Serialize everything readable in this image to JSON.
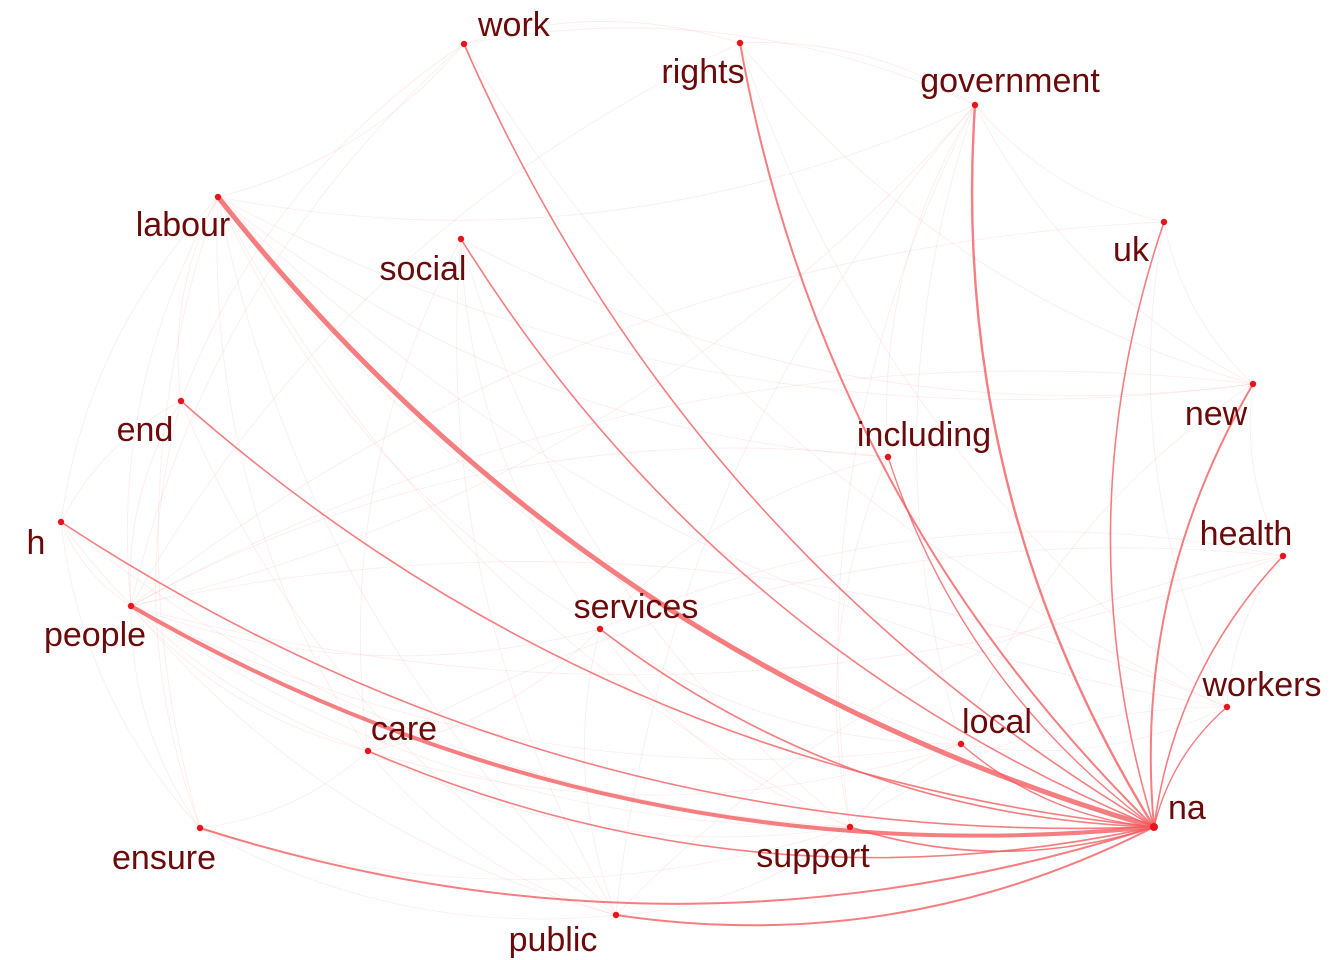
{
  "colors": {
    "edge": "#f4585c",
    "node": "#e8141c",
    "label": "#6b0a0a"
  },
  "nodes": [
    {
      "id": "work",
      "label": "work"
    },
    {
      "id": "rights",
      "label": "rights"
    },
    {
      "id": "government",
      "label": "government"
    },
    {
      "id": "labour",
      "label": "labour"
    },
    {
      "id": "social",
      "label": "social"
    },
    {
      "id": "uk",
      "label": "uk"
    },
    {
      "id": "new",
      "label": "new"
    },
    {
      "id": "end",
      "label": "end"
    },
    {
      "id": "including",
      "label": "including"
    },
    {
      "id": "h",
      "label": "h"
    },
    {
      "id": "health",
      "label": "health"
    },
    {
      "id": "people",
      "label": "people"
    },
    {
      "id": "services",
      "label": "services"
    },
    {
      "id": "workers",
      "label": "workers"
    },
    {
      "id": "local",
      "label": "local"
    },
    {
      "id": "care",
      "label": "care"
    },
    {
      "id": "na",
      "label": "na"
    },
    {
      "id": "ensure",
      "label": "ensure"
    },
    {
      "id": "support",
      "label": "support"
    },
    {
      "id": "public",
      "label": "public"
    }
  ],
  "edges": [
    {
      "source": "labour",
      "target": "na",
      "weight": 5
    },
    {
      "source": "people",
      "target": "na",
      "weight": 4
    },
    {
      "source": "government",
      "target": "na",
      "weight": 2.4
    },
    {
      "source": "rights",
      "target": "na",
      "weight": 2
    },
    {
      "source": "new",
      "target": "na",
      "weight": 2
    },
    {
      "source": "public",
      "target": "na",
      "weight": 2
    },
    {
      "source": "ensure",
      "target": "na",
      "weight": 2
    },
    {
      "source": "work",
      "target": "na",
      "weight": 1.6
    },
    {
      "source": "uk",
      "target": "na",
      "weight": 1.6
    },
    {
      "source": "social",
      "target": "na",
      "weight": 1.6
    },
    {
      "source": "end",
      "target": "na",
      "weight": 1.6
    },
    {
      "source": "h",
      "target": "na",
      "weight": 1.6
    },
    {
      "source": "health",
      "target": "na",
      "weight": 1.6
    },
    {
      "source": "services",
      "target": "na",
      "weight": 1.6
    },
    {
      "source": "including",
      "target": "na",
      "weight": 1.4
    },
    {
      "source": "workers",
      "target": "na",
      "weight": 1.4
    },
    {
      "source": "local",
      "target": "na",
      "weight": 1.4
    },
    {
      "source": "care",
      "target": "na",
      "weight": 1.6
    },
    {
      "source": "support",
      "target": "na",
      "weight": 1.6
    },
    {
      "source": "labour",
      "target": "people",
      "weight": 0.5
    },
    {
      "source": "labour",
      "target": "ensure",
      "weight": 0.5
    },
    {
      "source": "labour",
      "target": "services",
      "weight": 0.5
    },
    {
      "source": "labour",
      "target": "support",
      "weight": 0.5
    },
    {
      "source": "labour",
      "target": "public",
      "weight": 0.5
    },
    {
      "source": "labour",
      "target": "care",
      "weight": 0.5
    },
    {
      "source": "labour",
      "target": "local",
      "weight": 0.5
    },
    {
      "source": "labour",
      "target": "new",
      "weight": 0.5
    },
    {
      "source": "labour",
      "target": "government",
      "weight": 0.5
    },
    {
      "source": "labour",
      "target": "work",
      "weight": 0.5
    },
    {
      "source": "labour",
      "target": "end",
      "weight": 0.5
    },
    {
      "source": "labour",
      "target": "h",
      "weight": 0.5
    },
    {
      "source": "labour",
      "target": "workers",
      "weight": 0.5
    },
    {
      "source": "labour",
      "target": "including",
      "weight": 0.5
    },
    {
      "source": "people",
      "target": "services",
      "weight": 0.5
    },
    {
      "source": "people",
      "target": "local",
      "weight": 0.5
    },
    {
      "source": "people",
      "target": "support",
      "weight": 0.5
    },
    {
      "source": "people",
      "target": "public",
      "weight": 0.5
    },
    {
      "source": "people",
      "target": "care",
      "weight": 0.5
    },
    {
      "source": "people",
      "target": "health",
      "weight": 0.5
    },
    {
      "source": "people",
      "target": "ensure",
      "weight": 0.5
    },
    {
      "source": "people",
      "target": "government",
      "weight": 0.5
    },
    {
      "source": "social",
      "target": "care",
      "weight": 0.5
    },
    {
      "source": "social",
      "target": "services",
      "weight": 0.5
    },
    {
      "source": "social",
      "target": "public",
      "weight": 0.5
    },
    {
      "source": "social",
      "target": "support",
      "weight": 0.5
    },
    {
      "source": "social",
      "target": "new",
      "weight": 0.5
    },
    {
      "source": "government",
      "target": "new",
      "weight": 0.5
    },
    {
      "source": "government",
      "target": "uk",
      "weight": 0.5
    },
    {
      "source": "government",
      "target": "local",
      "weight": 0.5
    },
    {
      "source": "government",
      "target": "public",
      "weight": 0.5
    },
    {
      "source": "government",
      "target": "work",
      "weight": 0.5
    },
    {
      "source": "government",
      "target": "rights",
      "weight": 0.5
    },
    {
      "source": "government",
      "target": "including",
      "weight": 0.5
    },
    {
      "source": "government",
      "target": "support",
      "weight": 0.5
    },
    {
      "source": "rights",
      "target": "workers",
      "weight": 0.5
    },
    {
      "source": "rights",
      "target": "work",
      "weight": 0.5
    },
    {
      "source": "rights",
      "target": "new",
      "weight": 0.5
    },
    {
      "source": "rights",
      "target": "people",
      "weight": 0.5
    },
    {
      "source": "work",
      "target": "people",
      "weight": 0.5
    },
    {
      "source": "work",
      "target": "workers",
      "weight": 0.5
    },
    {
      "source": "work",
      "target": "end",
      "weight": 0.5
    },
    {
      "source": "uk",
      "target": "new",
      "weight": 0.5
    },
    {
      "source": "uk",
      "target": "workers",
      "weight": 0.5
    },
    {
      "source": "uk",
      "target": "people",
      "weight": 0.5
    },
    {
      "source": "new",
      "target": "health",
      "weight": 0.5
    },
    {
      "source": "new",
      "target": "local",
      "weight": 0.5
    },
    {
      "source": "new",
      "target": "people",
      "weight": 0.5
    },
    {
      "source": "health",
      "target": "care",
      "weight": 0.5
    },
    {
      "source": "health",
      "target": "services",
      "weight": 0.5
    },
    {
      "source": "health",
      "target": "public",
      "weight": 0.5
    },
    {
      "source": "health",
      "target": "workers",
      "weight": 0.5
    },
    {
      "source": "end",
      "target": "people",
      "weight": 0.5
    },
    {
      "source": "end",
      "target": "ensure",
      "weight": 0.5
    },
    {
      "source": "end",
      "target": "h",
      "weight": 0.5
    },
    {
      "source": "end",
      "target": "public",
      "weight": 0.5
    },
    {
      "source": "h",
      "target": "people",
      "weight": 0.5
    },
    {
      "source": "h",
      "target": "ensure",
      "weight": 0.5
    },
    {
      "source": "h",
      "target": "care",
      "weight": 0.5
    },
    {
      "source": "h",
      "target": "support",
      "weight": 0.5
    },
    {
      "source": "ensure",
      "target": "care",
      "weight": 0.5
    },
    {
      "source": "ensure",
      "target": "public",
      "weight": 0.5
    },
    {
      "source": "ensure",
      "target": "support",
      "weight": 0.5
    },
    {
      "source": "care",
      "target": "services",
      "weight": 0.5
    },
    {
      "source": "care",
      "target": "public",
      "weight": 0.5
    },
    {
      "source": "care",
      "target": "support",
      "weight": 0.5
    },
    {
      "source": "care",
      "target": "local",
      "weight": 0.5
    },
    {
      "source": "services",
      "target": "public",
      "weight": 0.5
    },
    {
      "source": "services",
      "target": "local",
      "weight": 0.5
    },
    {
      "source": "services",
      "target": "support",
      "weight": 0.5
    },
    {
      "source": "local",
      "target": "support",
      "weight": 0.5
    },
    {
      "source": "local",
      "target": "workers",
      "weight": 0.5
    },
    {
      "source": "public",
      "target": "support",
      "weight": 0.5
    },
    {
      "source": "including",
      "target": "services",
      "weight": 0.5
    },
    {
      "source": "including",
      "target": "support",
      "weight": 0.5
    },
    {
      "source": "including",
      "target": "people",
      "weight": 0.5
    },
    {
      "source": "workers",
      "target": "support",
      "weight": 0.5
    },
    {
      "source": "workers",
      "target": "people",
      "weight": 0.5
    }
  ]
}
